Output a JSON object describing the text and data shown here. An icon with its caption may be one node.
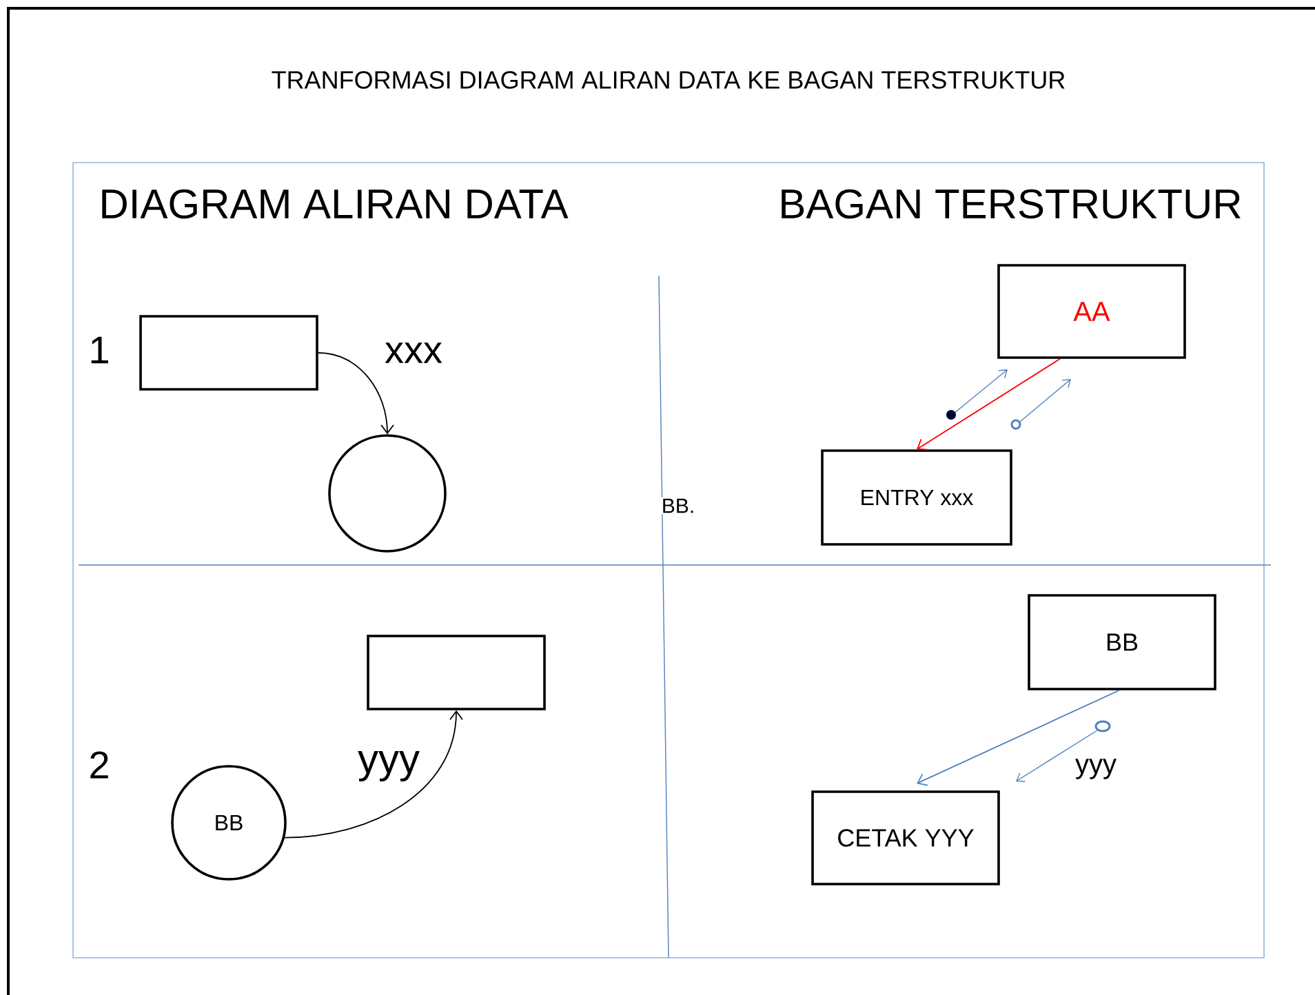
{
  "diagram": {
    "title": "TRANFORMASI DIAGRAM ALIRAN DATA KE BAGAN TERSTRUKTUR",
    "nodes": [
      {
        "text": [],
        "shape": "box"
      },
      {
        "text": [],
        "shape": "circle"
      },
      {
        "text": [],
        "shape": "box"
      },
      {
        "text": [
          "BB"
        ]
      },
      {
        "text": [
          "AA"
        ]
      },
      {
        "text": [
          "ENTRY xxx"
        ]
      },
      {
        "text": [
          "BB"
        ]
      },
      {
        "text": [
          "CETAK YYY"
        ]
      }
    ],
    "edges": [
      {
        "from": 0,
        "to": 1,
        "arrow": "to",
        "label": "xxx"
      },
      {
        "from": 3,
        "to": 2,
        "arrow": "to",
        "label": "yyy"
      },
      {
        "from": 4,
        "to": 5,
        "arrow": "to",
        "color": "#ff0000"
      },
      {
        "from": 6,
        "to": 7,
        "arrow": "to",
        "color": "#4f81bd"
      }
    ],
    "labels": [
      "DIAGRAM ALIRAN DATA",
      "BAGAN TERSTRUKTUR",
      "1",
      "BB.",
      "2",
      "yyy"
    ]
  }
}
